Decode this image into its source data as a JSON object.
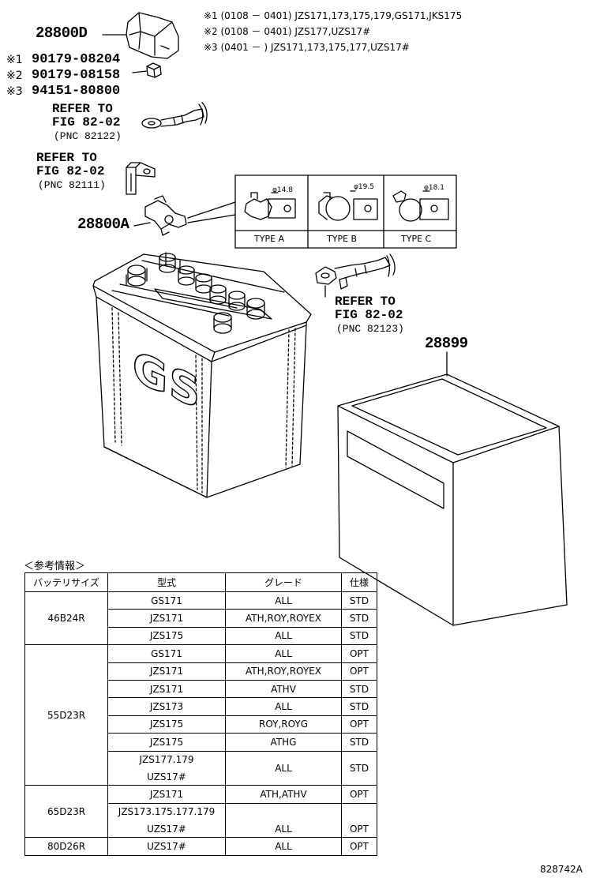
{
  "parts": {
    "p28800D": "28800D",
    "p28800A": "28800A",
    "p28899": "28899"
  },
  "notes": [
    "※1 (0108 － 0401) JZS171,173,175,179,GS171,JKS175",
    "※2 (0108 － 0401) JZS177,UZS17#",
    "※3 (0401 －     ) JZS171,173,175,177,UZS17#"
  ],
  "subparts": [
    {
      "mark": "※1",
      "num": "90179-08204"
    },
    {
      "mark": "※2",
      "num": "90179-08158"
    },
    {
      "mark": "※3",
      "num": "94151-80800"
    }
  ],
  "refs": [
    {
      "line1": "REFER TO",
      "line2": "FIG 82-02",
      "pnc": "(PNC 82122)"
    },
    {
      "line1": "REFER TO",
      "line2": "FIG 82-02",
      "pnc": "(PNC 82111)"
    },
    {
      "line1": "REFER TO",
      "line2": "FIG 82-02",
      "pnc": "(PNC 82123)"
    }
  ],
  "types": {
    "a_label": "TYPE A",
    "a_dia": "φ14.8",
    "b_label": "TYPE B",
    "b_dia": "φ19.5",
    "c_label": "TYPE C",
    "c_dia": "φ18.1"
  },
  "battery_logo": "GS",
  "table_title": "＜参考情報＞",
  "table": {
    "headers": [
      "バッテリサイズ",
      "型式",
      "グレード",
      "仕様"
    ],
    "size1": "46B24R",
    "size2": "55D23R",
    "size3": "65D23R",
    "size4": "80D26R",
    "rows": [
      {
        "model": "GS171",
        "grade": "ALL",
        "spec": "STD"
      },
      {
        "model": "JZS171",
        "grade": "ATH,ROY,ROYEX",
        "spec": "STD"
      },
      {
        "model": "JZS175",
        "grade": "ALL",
        "spec": "STD"
      },
      {
        "model": "GS171",
        "grade": "ALL",
        "spec": "OPT"
      },
      {
        "model": "JZS171",
        "grade": "ATH,ROY,ROYEX",
        "spec": "OPT"
      },
      {
        "model": "JZS171",
        "grade": "ATHV",
        "spec": "STD"
      },
      {
        "model": "JZS173",
        "grade": "ALL",
        "spec": "STD"
      },
      {
        "model": "JZS175",
        "grade": "ROY,ROYG",
        "spec": "OPT"
      },
      {
        "model": "JZS175",
        "grade": "ATHG",
        "spec": "STD"
      },
      {
        "model": "JZS177.179",
        "model2": "UZS17#",
        "grade": "ALL",
        "spec": "STD"
      },
      {
        "model": "JZS171",
        "grade": "ATH,ATHV",
        "spec": "OPT"
      },
      {
        "model": "JZS173.175.177.179",
        "model2": "UZS17#",
        "grade": "ALL",
        "spec": "OPT"
      },
      {
        "model": "UZS17#",
        "grade": "ALL",
        "spec": "OPT"
      }
    ]
  },
  "figure_id": "828742A"
}
